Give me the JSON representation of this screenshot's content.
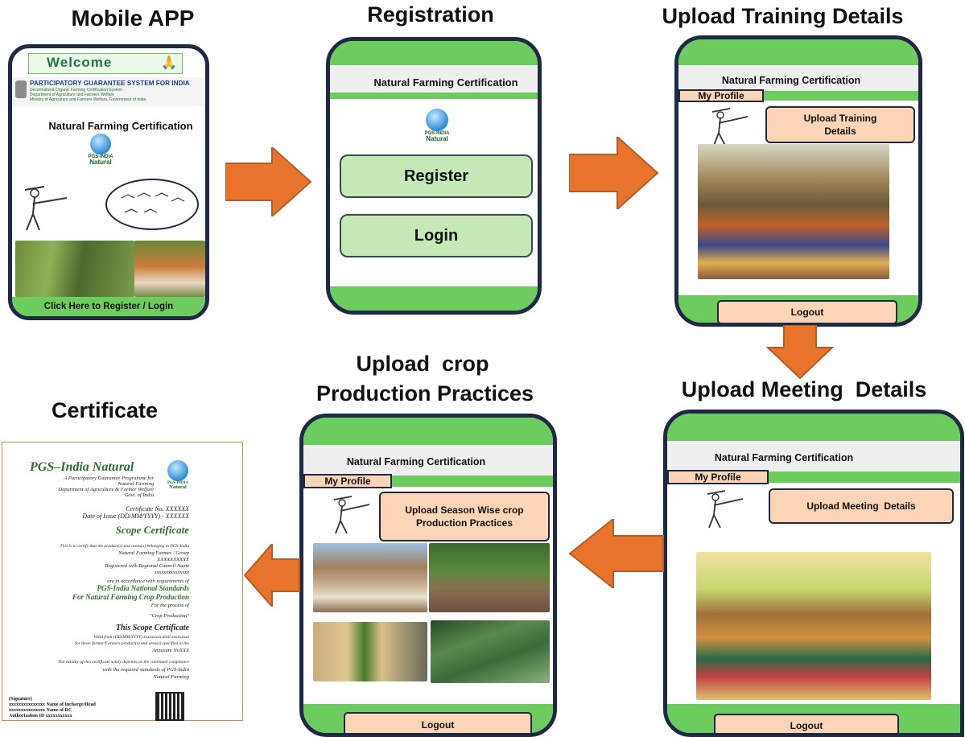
{
  "headings": {
    "mobile_app": "Mobile APP",
    "registration": "Registration",
    "upload_training": "Upload Training Details",
    "upload_crop_line1": "Upload  crop",
    "upload_crop_line2": "Production Practices",
    "upload_meeting": "Upload Meeting  Details",
    "certificate": "Certificate"
  },
  "app_title": "Natural Farming Certification",
  "mobile": {
    "welcome": "Welcome",
    "pgs_title": "PARTICIPATORY GUARANTEE SYSTEM FOR INDIA",
    "pgs_lines": [
      "Decentralized Organic Farming Certification System",
      "Department of Agriculture and Farmers Welfare",
      "Ministry of Agriculture and Farmers Welfare, Government of India"
    ],
    "cta": "Click Here to Register / Login"
  },
  "logo": {
    "line1": "PGS-INDIA",
    "line2": "Natural"
  },
  "registration": {
    "register": "Register",
    "login": "Login"
  },
  "profile_label": "My Profile",
  "logout_label": "Logout",
  "training": {
    "button": "Upload Training Details"
  },
  "meeting": {
    "button": "Upload Meeting  Details"
  },
  "crop": {
    "button": "Upload Season Wise crop Production Practices"
  },
  "certificate": {
    "title": "PGS–India Natural",
    "subtitle_lines": [
      "A Participatory Guarantee Programme for",
      "Natural Farming",
      "Department of Agriculture & Farmer Welfare",
      "Govt. of India"
    ],
    "cert_no": "Certificate No. XXXXXX",
    "date_issue": "Date of Issue (DD/MM/YYYY) - XXXXXX",
    "scope_title": "Scope Certificate",
    "body_lines": [
      "This is to certify that the product(s) and areas(s) belonging to PGS-India",
      "Natural Farming  Farmer / Group",
      "XXXXXXXXXX",
      "Registered with Regional Council Name",
      "xxxxxxxxxxxxxxx",
      "are in accordance with requirements of"
    ],
    "standards_line1": "PGS-India National Standards",
    "standards_line2": "For Natural Farming Crop Production",
    "process_line": "For the process of",
    "crop_production": "\"Crop Production\"",
    "this_scope": "This Scope Certificate",
    "valid_lines": [
      "Valid from (DD/MM/YYYY) xxxxxxxxx until  xxxxxxxxx",
      "for those farmer/Farmers  product(s) and area(s) specified in the",
      "Annexure NoXXX"
    ],
    "validity_lines": [
      "The validity of this certificate solely depends on the continued compliance",
      "with the required standards of PGS-India",
      "Natural Farming"
    ],
    "footer_lines": [
      "(Signature)",
      "xxxxxxxxxxxxxxx Name of Incharge/Head",
      "xxxxxxxxxxxxxxx Name of RC",
      "Authorization ID xxxxxxxxxxx"
    ]
  },
  "colors": {
    "green": "#6ccd5e",
    "peach": "#fbd5b5",
    "frame": "#1e2a44",
    "arrow": "#e8732a"
  }
}
